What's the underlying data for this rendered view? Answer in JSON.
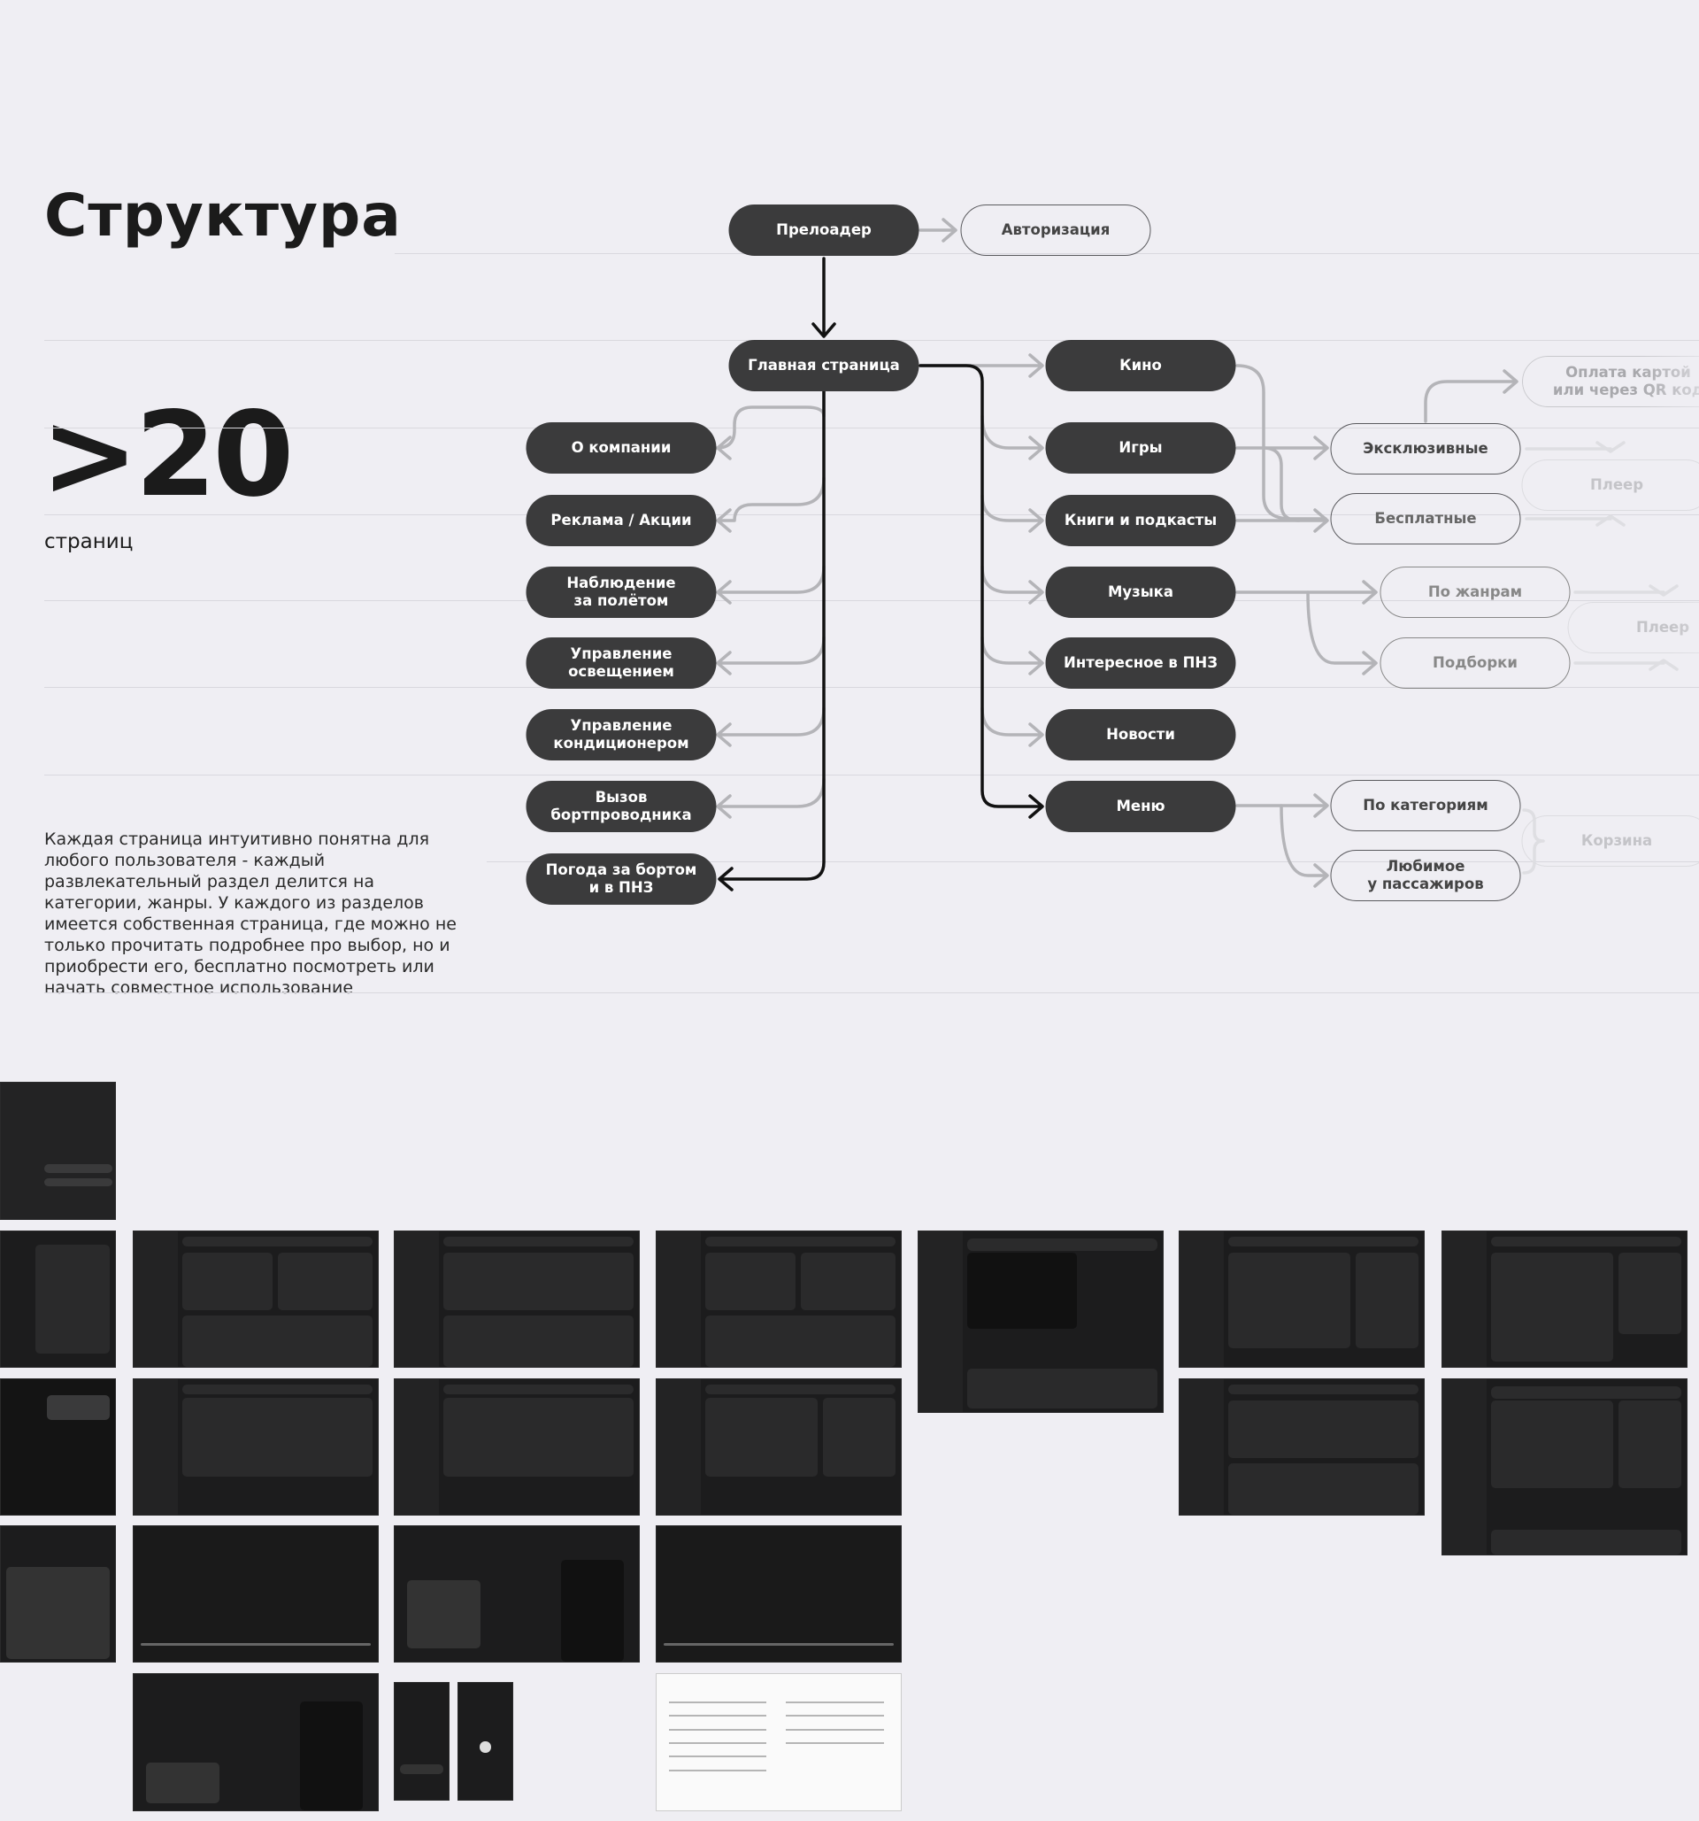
{
  "header": {
    "title": "Структура"
  },
  "stats": {
    "value": ">20",
    "label": "страниц"
  },
  "description": "Каждая страница интуитивно понятна для любого пользователя - каждый развлекательный раздел делится на категории, жанры. У каждого из разделов имеется собственная страница, где можно не только прочитать подробнее про выбор, но и приобрести его, бесплатно посмотреть или начать совместное использование",
  "nodes": {
    "preloader": "Прелоадер",
    "auth": "Авторизация",
    "home": "Главная страница",
    "about": "О компании",
    "ads": "Реклама / Акции",
    "flight": "Наблюдение\nза полётом",
    "light": "Управление\nосвещением",
    "climate": "Управление\nкондиционером",
    "attendant": "Вызов\nбортпроводника",
    "weather": "Погода за бортом\nи в ПНЗ",
    "cinema": "Кино",
    "games": "Игры",
    "books": "Книги и подкасты",
    "music": "Музыка",
    "interesting": "Интересное в ПНЗ",
    "news": "Новости",
    "menu": "Меню",
    "exclusive": "Эксклюзивные",
    "free": "Бесплатные",
    "payment": "Оплата картой\nили через QR код",
    "player1": "Плеер",
    "genres": "По жанрам",
    "collections": "Подборки",
    "player2": "Плеер",
    "categories": "По категориям",
    "favorites": "Любимое\nу пассажиров",
    "cart": "Корзина"
  },
  "colors": {
    "background": "#efeef3",
    "node_dark": "#3b3b3c",
    "main_link": "#111111",
    "secondary_link": "#b4b4b8"
  }
}
